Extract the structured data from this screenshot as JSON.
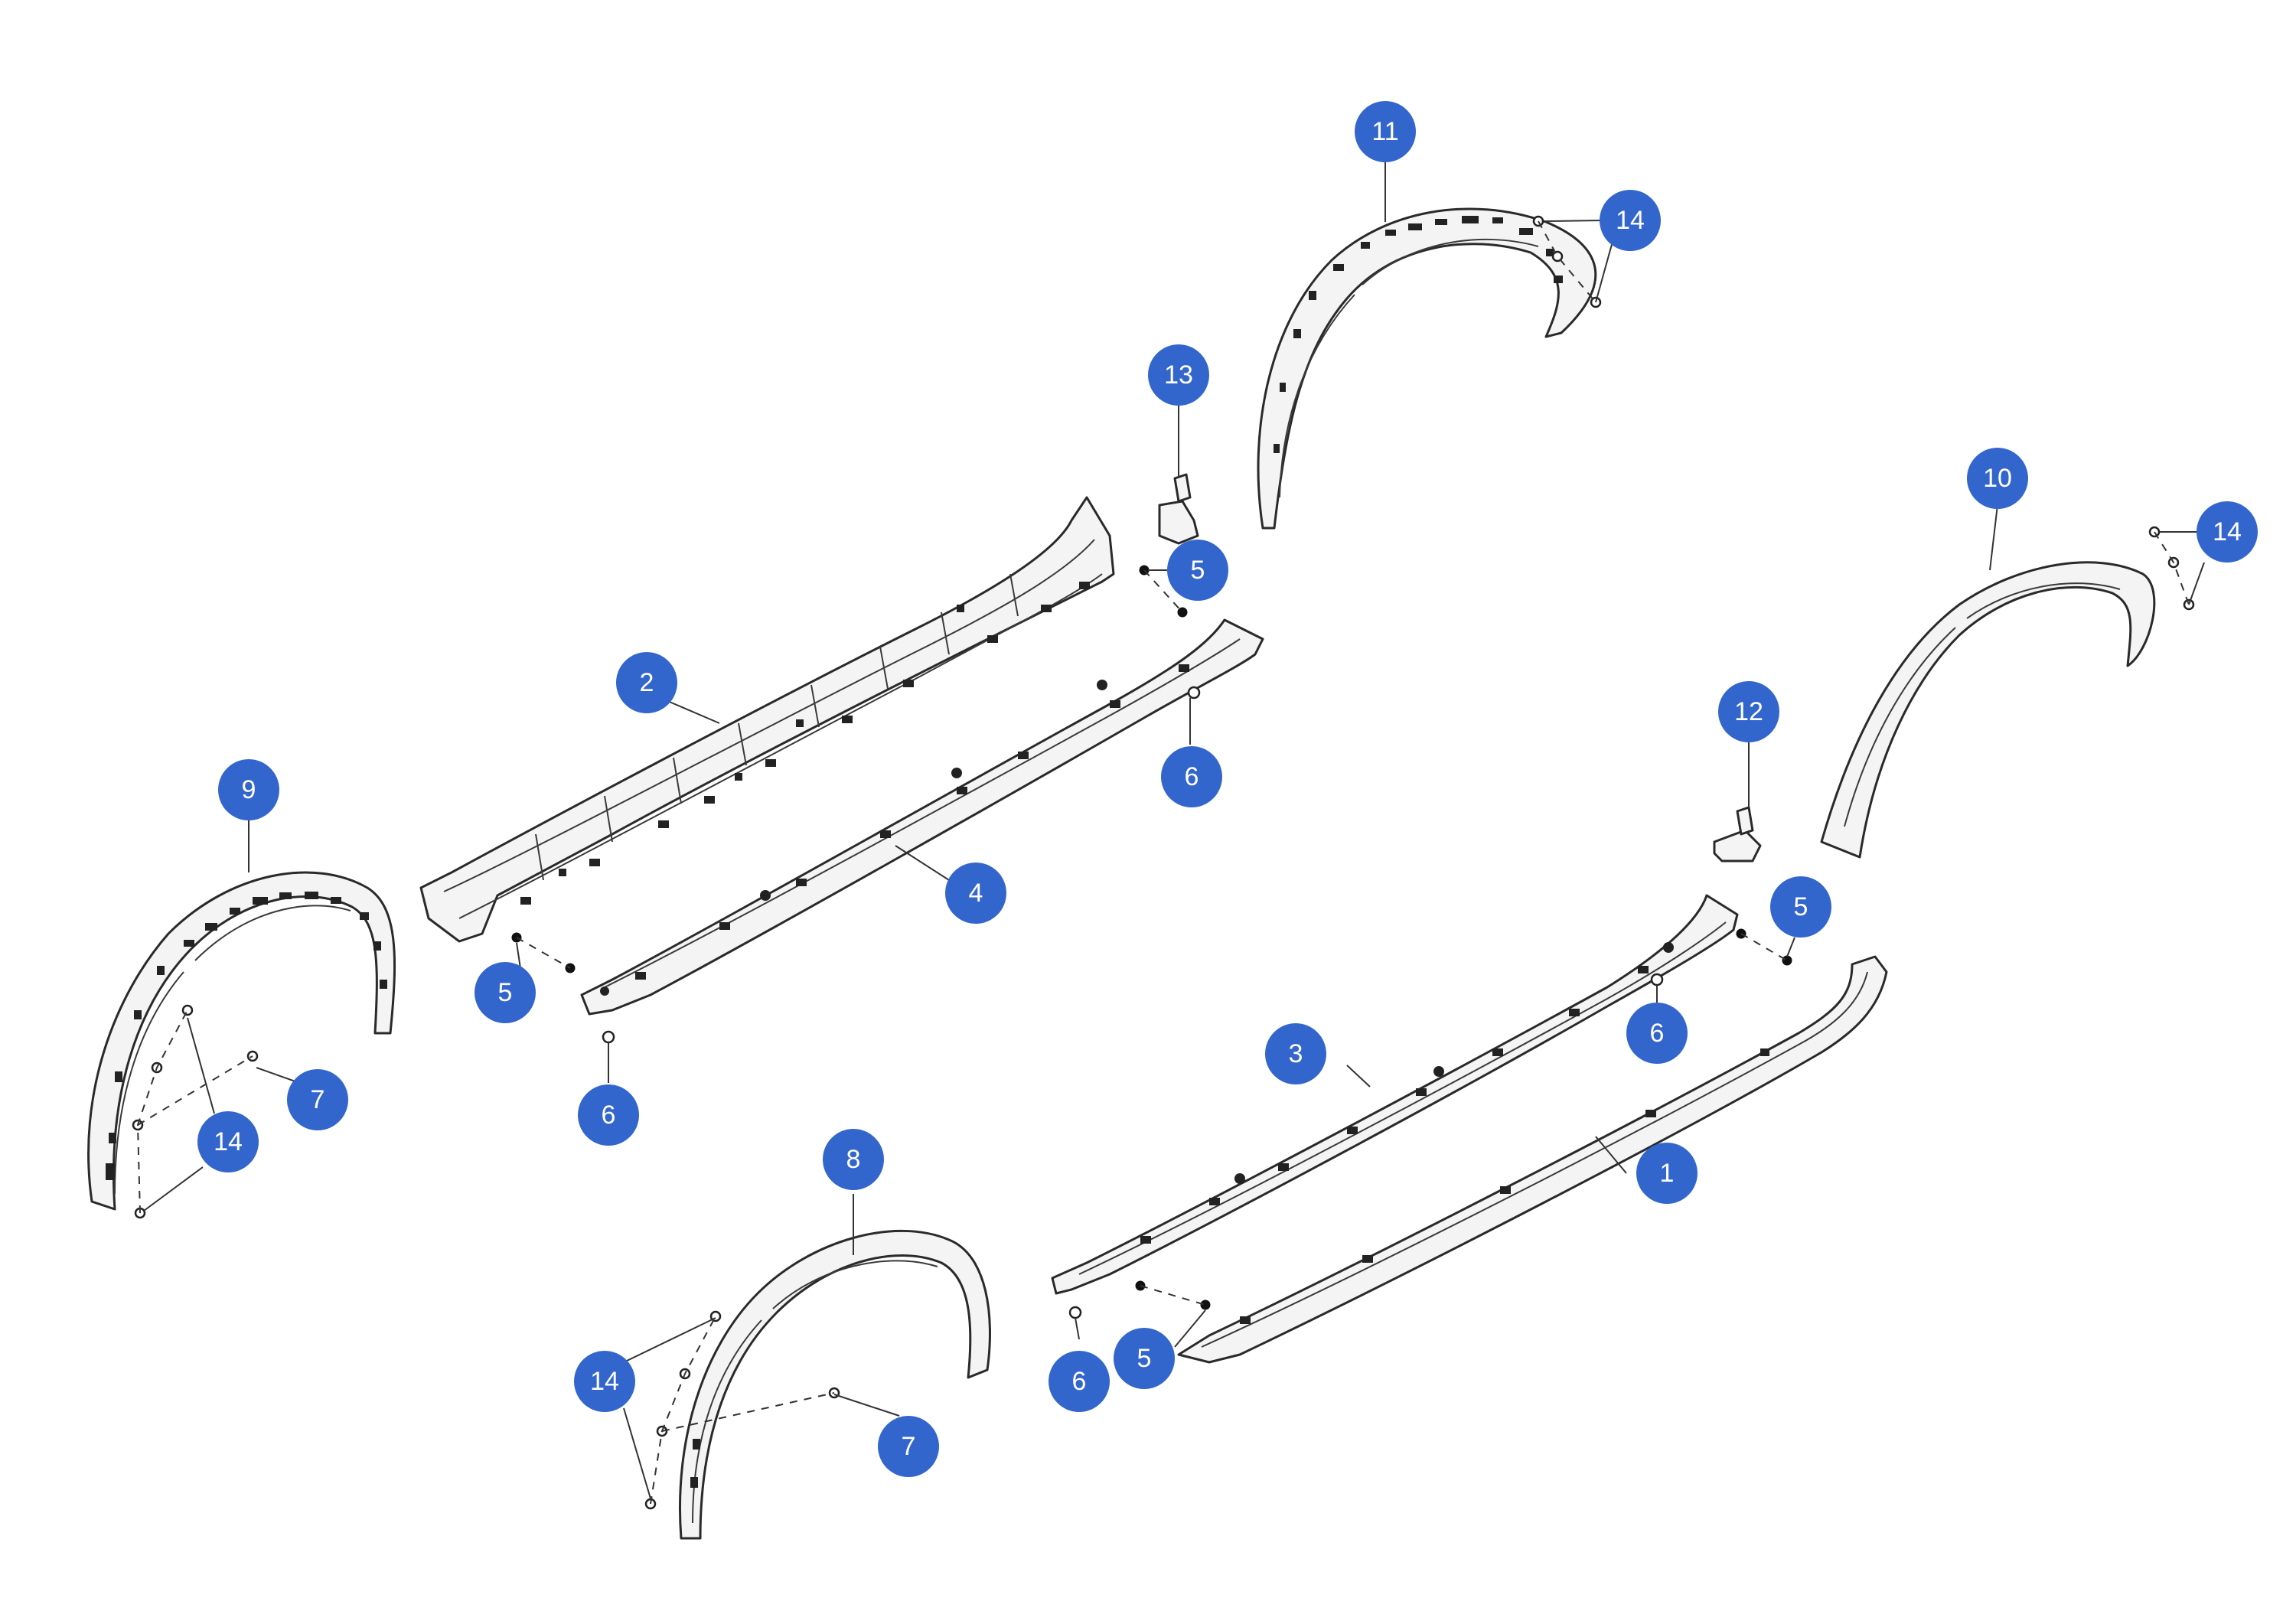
{
  "callouts": [
    {
      "id": "c-11a",
      "label": "11"
    },
    {
      "id": "c-14a",
      "label": "14"
    },
    {
      "id": "c-13",
      "label": "13"
    },
    {
      "id": "c-10",
      "label": "10"
    },
    {
      "id": "c-14b",
      "label": "14"
    },
    {
      "id": "c-5a",
      "label": "5"
    },
    {
      "id": "c-2",
      "label": "2"
    },
    {
      "id": "c-12",
      "label": "12"
    },
    {
      "id": "c-9",
      "label": "9"
    },
    {
      "id": "c-6a",
      "label": "6"
    },
    {
      "id": "c-4",
      "label": "4"
    },
    {
      "id": "c-5b",
      "label": "5"
    },
    {
      "id": "c-5c",
      "label": "5"
    },
    {
      "id": "c-6b",
      "label": "6"
    },
    {
      "id": "c-3",
      "label": "3"
    },
    {
      "id": "c-7a",
      "label": "7"
    },
    {
      "id": "c-6c",
      "label": "6"
    },
    {
      "id": "c-14c",
      "label": "14"
    },
    {
      "id": "c-1",
      "label": "1"
    },
    {
      "id": "c-8",
      "label": "8"
    },
    {
      "id": "c-14d",
      "label": "14"
    },
    {
      "id": "c-6d",
      "label": "6"
    },
    {
      "id": "c-5d",
      "label": "5"
    },
    {
      "id": "c-7b",
      "label": "7"
    }
  ],
  "colors": {
    "callout": "#3366cc",
    "callout_text": "#ffffff",
    "linework": "#2a2a2a"
  }
}
